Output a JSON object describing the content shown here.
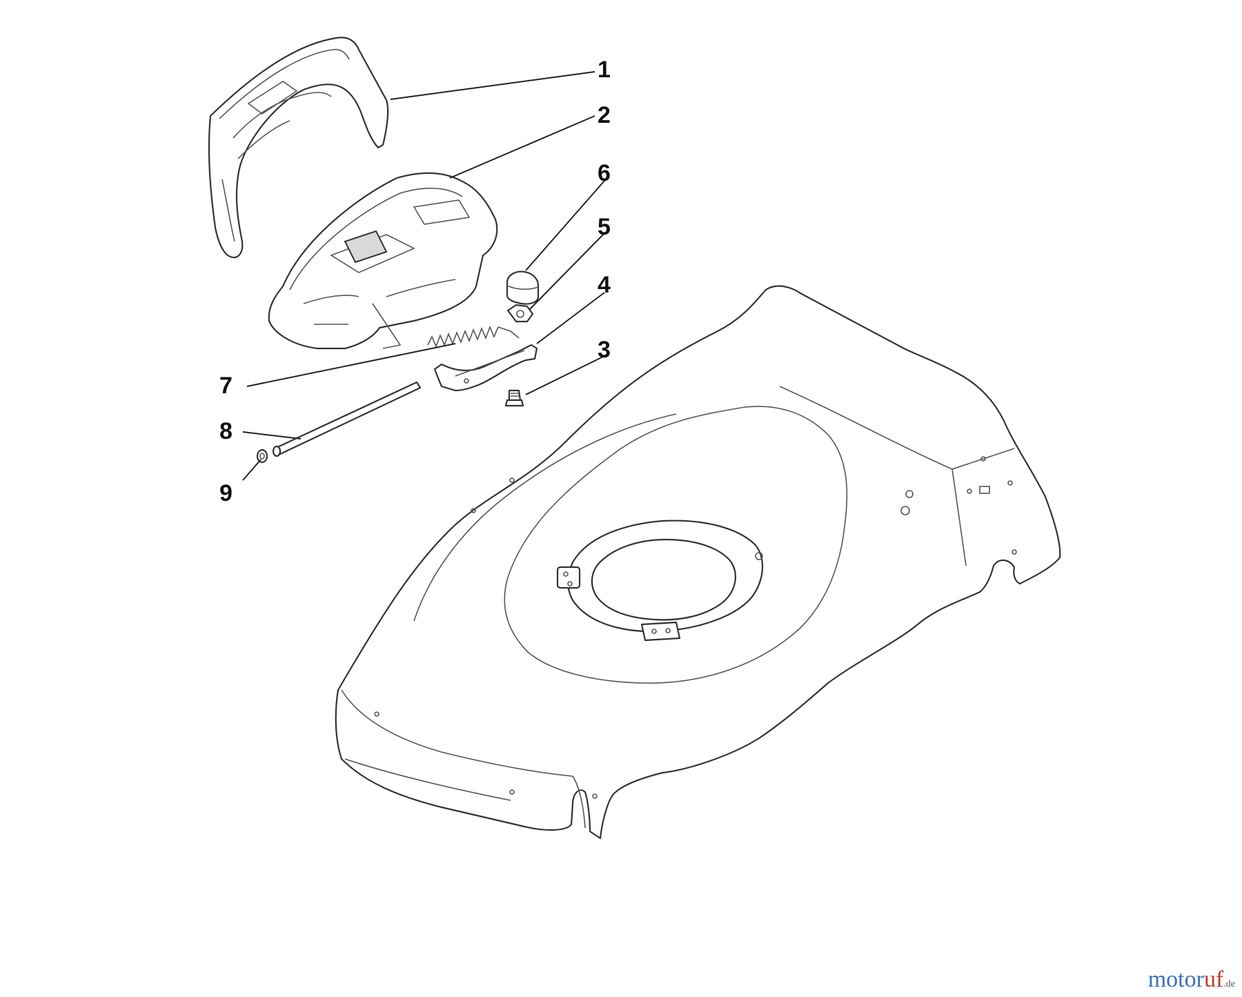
{
  "labels": [
    "1",
    "2",
    "3",
    "4",
    "5",
    "6",
    "7",
    "8",
    "9"
  ],
  "watermark": {
    "part_a": "motor",
    "part_b": "uf",
    "part_c": ".de"
  }
}
